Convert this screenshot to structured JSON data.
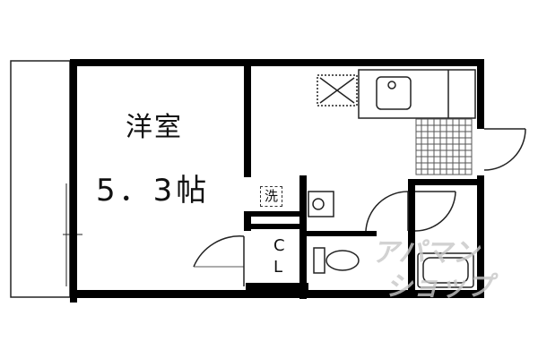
{
  "rooms": {
    "western_room": {
      "name": "洋室",
      "size": "5．3帖"
    },
    "wash": {
      "label": "洗"
    },
    "closet": {
      "line1": "C",
      "line2": "L"
    }
  },
  "watermark": {
    "text": "アパマンショップ"
  },
  "colors": {
    "wall": "#000000",
    "line": "#222222",
    "tile": "#555555",
    "watermark": "#c8c8c8"
  }
}
